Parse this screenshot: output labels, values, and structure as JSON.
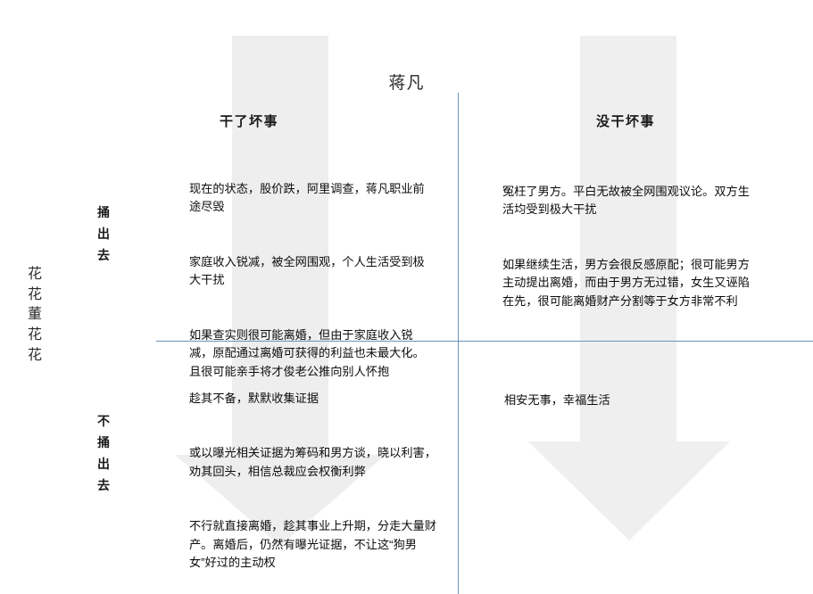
{
  "chart_data": {
    "type": "table",
    "title": "蒋凡",
    "xlabel": "",
    "ylabel": "花花董花花",
    "grid": true,
    "legend_position": "none",
    "columns": [
      "干了坏事",
      "没干坏事"
    ],
    "rows": [
      "捅出去",
      "不捅出去"
    ],
    "cells": [
      [
        "现在的状态，股价跌，阿里调查，蒋凡职业前途尽毁\n家庭收入锐减，被全网围观，个人生活受到极大干扰\n如果查实则很可能离婚，但由于家庭收入锐减，原配通过离婚可获得的利益也未最大化。且很可能亲手将才俊老公推向别人怀抱",
        "冤枉了男方。平白无故被全网围观议论。双方生活均受到极大干扰\n如果继续生活，男方会很反感原配；很可能男方主动提出离婚，而由于男方无过错，女生又诬陷在先，很可能离婚财产分割等于女方非常不利"
      ],
      [
        "趁其不备，默默收集证据\n\n或以曝光相关证据为筹码和男方谈，晓以利害，劝其回头，相信总裁应会权衡利弊\n\n不行就直接离婚，趁其事业上升期，分走大量财产。离婚后，仍然有曝光证据，不让这“狗男女”好过的主动权",
        "相安无事，幸福生活"
      ]
    ]
  },
  "matrix": {
    "title": "蒋凡",
    "y_axis_label_chars": [
      "花",
      "花",
      "董",
      "花",
      "花"
    ],
    "columns": [
      {
        "id": "did-bad",
        "label": "干了坏事"
      },
      {
        "id": "no-bad",
        "label": "没干坏事"
      }
    ],
    "rows": [
      {
        "id": "expose",
        "label_chars": [
          "捅",
          "出",
          "去"
        ]
      },
      {
        "id": "not-expose",
        "label_chars": [
          "不",
          "捅",
          "出",
          "去"
        ]
      }
    ],
    "quadrants": {
      "expose_did_bad": [
        "现在的状态，股价跌，阿里调查，蒋凡职业前途尽毁",
        "家庭收入锐减，被全网围观，个人生活受到极大干扰",
        "如果查实则很可能离婚，但由于家庭收入锐减，原配通过离婚可获得的利益也未最大化。且很可能亲手将才俊老公推向别人怀抱"
      ],
      "expose_no_bad": [
        "冤枉了男方。平白无故被全网围观议论。双方生活均受到极大干扰",
        "如果继续生活，男方会很反感原配；很可能男方主动提出离婚，而由于男方无过错，女生又诬陷在先，很可能离婚财产分割等于女方非常不利"
      ],
      "not_expose_did_bad": [
        "趁其不备，默默收集证据",
        "或以曝光相关证据为筹码和男方谈，晓以利害，劝其回头，相信总裁应会权衡利弊",
        "不行就直接离婚，趁其事业上升期，分走大量财产。离婚后，仍然有曝光证据，不让这“狗男女”好过的主动权"
      ],
      "not_expose_no_bad": [
        "相安无事，幸福生活"
      ]
    }
  },
  "colors": {
    "axis_line": "#6b93b8",
    "watermark": "#eeeeee",
    "text": "#0d0d0d",
    "background": "#ffffff"
  }
}
